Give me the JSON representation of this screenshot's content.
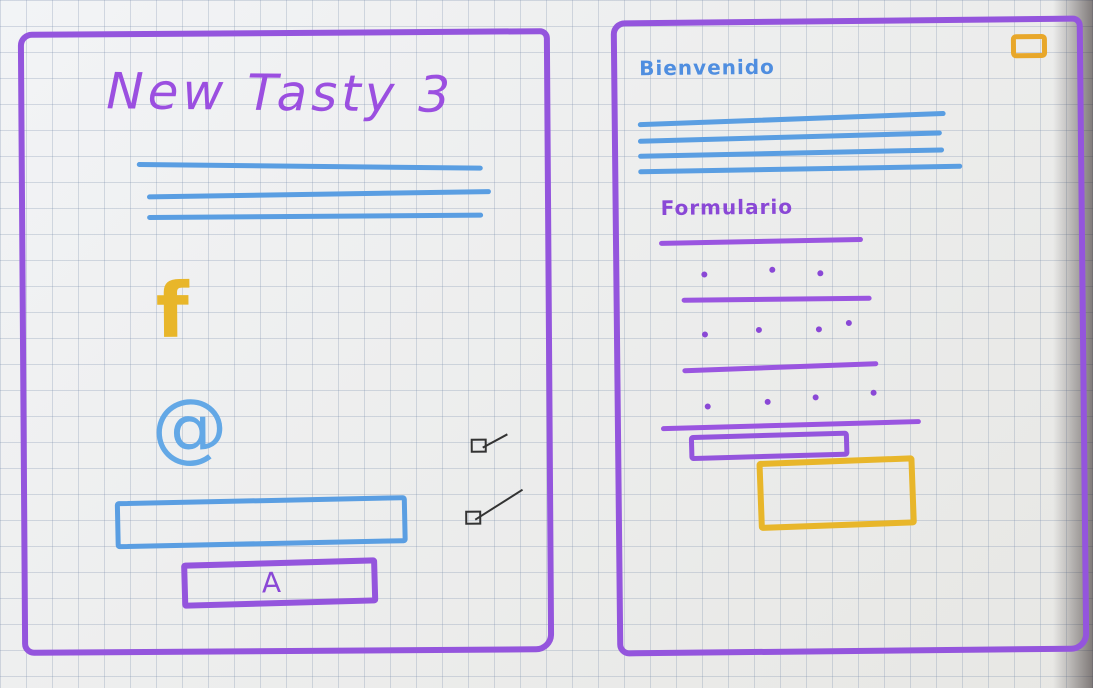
{
  "login_screen": {
    "title": "New Tasty 3",
    "facebook_icon_glyph": "f",
    "spiral_icon_glyph": "@",
    "button_label": "A",
    "checkboxes": [
      "checked",
      "checked"
    ]
  },
  "welcome_screen": {
    "heading": "Bienvenido",
    "form_heading": "Formulario"
  },
  "colors": {
    "frame": "#9455dd",
    "blue_ink": "#5a9ee2",
    "yellow_ink": "#e8b62a",
    "purple_ink": "#8a48d6"
  },
  "icons": [
    "facebook-icon",
    "spiral-icon",
    "checkbox-icon",
    "badge-icon"
  ]
}
